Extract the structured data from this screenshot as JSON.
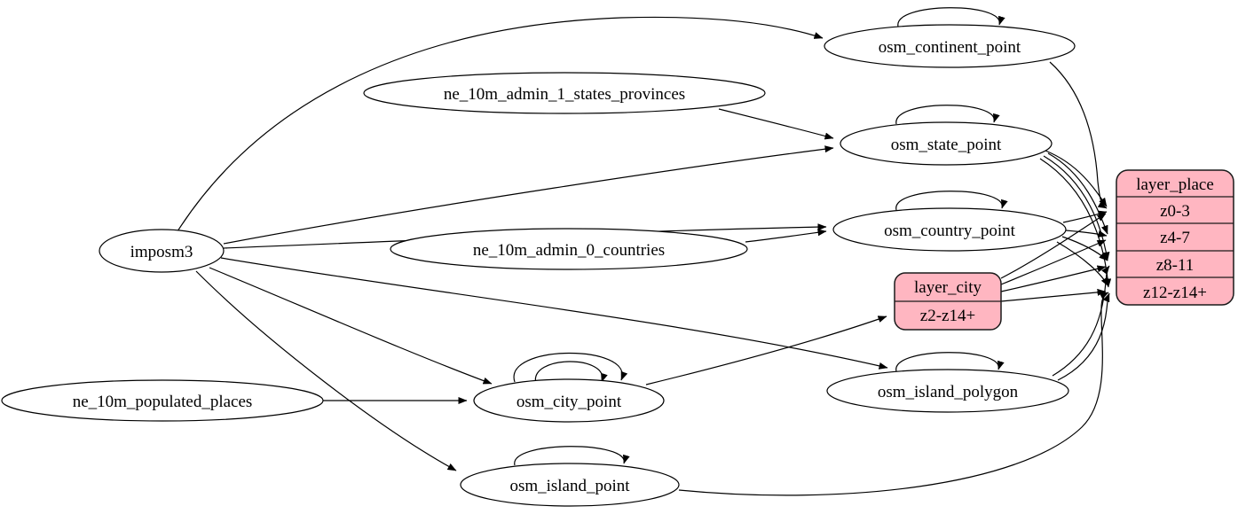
{
  "diagram": {
    "type": "graphviz-etl-digraph",
    "background_color": "#ffffff",
    "edge_color": "#000000",
    "record_fill_color": "#ffb6c1",
    "node_fill_color": "#ffffff",
    "nodes": {
      "imposm3": {
        "label": "imposm3",
        "shape": "ellipse"
      },
      "ne_10m_admin_1_states_provinces": {
        "label": "ne_10m_admin_1_states_provinces",
        "shape": "ellipse"
      },
      "ne_10m_admin_0_countries": {
        "label": "ne_10m_admin_0_countries",
        "shape": "ellipse"
      },
      "ne_10m_populated_places": {
        "label": "ne_10m_populated_places",
        "shape": "ellipse"
      },
      "osm_continent_point": {
        "label": "osm_continent_point",
        "shape": "ellipse"
      },
      "osm_state_point": {
        "label": "osm_state_point",
        "shape": "ellipse"
      },
      "osm_country_point": {
        "label": "osm_country_point",
        "shape": "ellipse"
      },
      "osm_city_point": {
        "label": "osm_city_point",
        "shape": "ellipse"
      },
      "osm_island_polygon": {
        "label": "osm_island_polygon",
        "shape": "ellipse"
      },
      "osm_island_point": {
        "label": "osm_island_point",
        "shape": "ellipse"
      },
      "layer_city": {
        "title": "layer_city",
        "rows": [
          "z2-z14+"
        ],
        "shape": "record"
      },
      "layer_place": {
        "title": "layer_place",
        "rows": [
          "z0-3",
          "z4-7",
          "z8-11",
          "z12-z14+"
        ],
        "shape": "record"
      }
    },
    "edges": [
      {
        "from": "imposm3",
        "to": "osm_continent_point"
      },
      {
        "from": "imposm3",
        "to": "osm_state_point"
      },
      {
        "from": "imposm3",
        "to": "osm_country_point"
      },
      {
        "from": "imposm3",
        "to": "osm_city_point"
      },
      {
        "from": "imposm3",
        "to": "osm_island_polygon"
      },
      {
        "from": "imposm3",
        "to": "osm_island_point"
      },
      {
        "from": "ne_10m_admin_1_states_provinces",
        "to": "osm_state_point"
      },
      {
        "from": "ne_10m_admin_0_countries",
        "to": "osm_country_point"
      },
      {
        "from": "ne_10m_populated_places",
        "to": "osm_city_point"
      },
      {
        "from": "osm_continent_point",
        "to": "osm_continent_point"
      },
      {
        "from": "osm_state_point",
        "to": "osm_state_point"
      },
      {
        "from": "osm_country_point",
        "to": "osm_country_point"
      },
      {
        "from": "osm_city_point",
        "to": "osm_city_point"
      },
      {
        "from": "osm_city_point",
        "to": "osm_city_point"
      },
      {
        "from": "osm_island_polygon",
        "to": "osm_island_polygon"
      },
      {
        "from": "osm_island_point",
        "to": "osm_island_point"
      },
      {
        "from": "osm_continent_point",
        "to": "layer_place:z0-3"
      },
      {
        "from": "osm_state_point",
        "to": "layer_place:z0-3"
      },
      {
        "from": "osm_state_point",
        "to": "layer_place:z4-7"
      },
      {
        "from": "osm_state_point",
        "to": "layer_place:z8-11"
      },
      {
        "from": "osm_state_point",
        "to": "layer_place:z12-z14+"
      },
      {
        "from": "osm_country_point",
        "to": "layer_place:z0-3"
      },
      {
        "from": "osm_country_point",
        "to": "layer_place:z4-7"
      },
      {
        "from": "osm_country_point",
        "to": "layer_place:z8-11"
      },
      {
        "from": "osm_country_point",
        "to": "layer_place:z12-z14+"
      },
      {
        "from": "osm_city_point",
        "to": "layer_city:z2-z14+"
      },
      {
        "from": "layer_city",
        "to": "layer_place:z0-3"
      },
      {
        "from": "layer_city",
        "to": "layer_place:z4-7"
      },
      {
        "from": "layer_city",
        "to": "layer_place:z8-11"
      },
      {
        "from": "layer_city",
        "to": "layer_place:z12-z14+"
      },
      {
        "from": "osm_island_polygon",
        "to": "layer_place:z8-11"
      },
      {
        "from": "osm_island_polygon",
        "to": "layer_place:z12-z14+"
      },
      {
        "from": "osm_island_point",
        "to": "layer_place:z12-z14+"
      }
    ]
  }
}
